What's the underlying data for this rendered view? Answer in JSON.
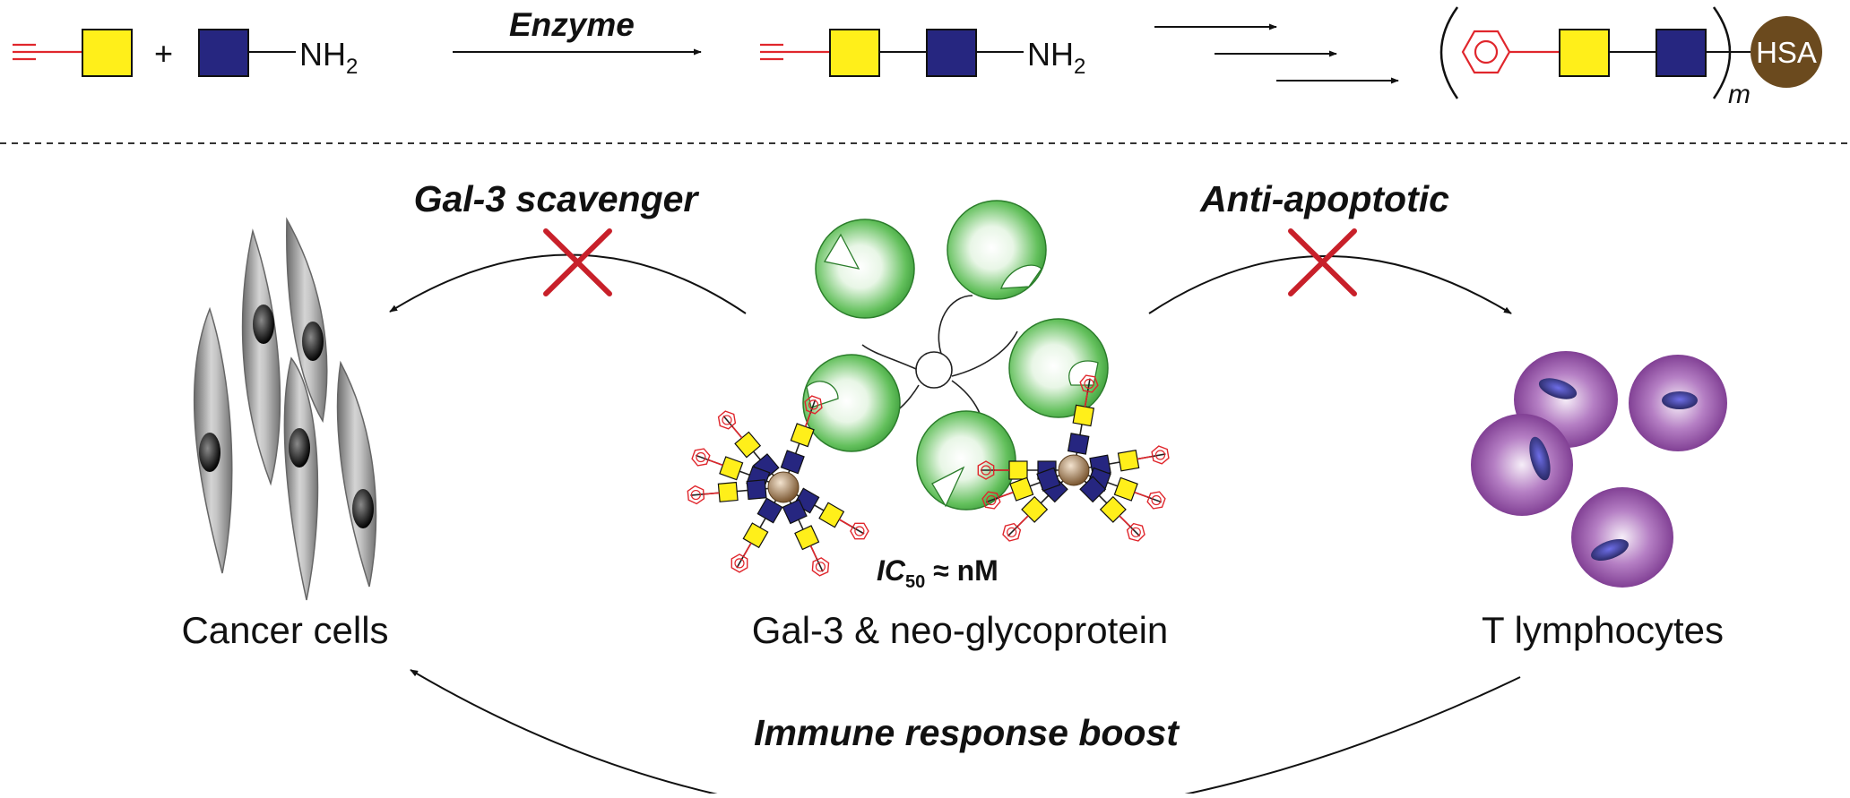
{
  "scheme": {
    "reaction_arrow_label": "Enzyme",
    "plus": "+",
    "amine_left": "NH",
    "amine_left_sub": "2",
    "amine_right": "NH",
    "amine_right_sub": "2",
    "protein_label": "HSA",
    "repeat_label": "m"
  },
  "labels": {
    "cancer_cells": "Cancer cells",
    "center": "Gal-3 & neo-glycoprotein",
    "t_cells": "T lymphocytes",
    "ic50_main": "IC",
    "ic50_sub": "50",
    "ic50_rest": " ≈ nM"
  },
  "arrows": {
    "left": "Gal-3 scavenger",
    "right": "Anti-apoptotic",
    "bottom": "Immune response boost"
  },
  "colors": {
    "galactose_square": "#FFEF1A",
    "glcnac_square": "#262680",
    "alkyne_red": "#E0262C",
    "block_cross": "#C8202A",
    "hsa_brown": "#6B4A1E",
    "galectin_green": "#3BA13B",
    "t_cell_purple": "#7A2E8E",
    "cancer_gray": "#8C8C8C"
  },
  "icons": {
    "block": "red-x-cross",
    "galactose": "yellow-square",
    "glcnac": "navy-square",
    "phenyl": "benzene-ring"
  }
}
